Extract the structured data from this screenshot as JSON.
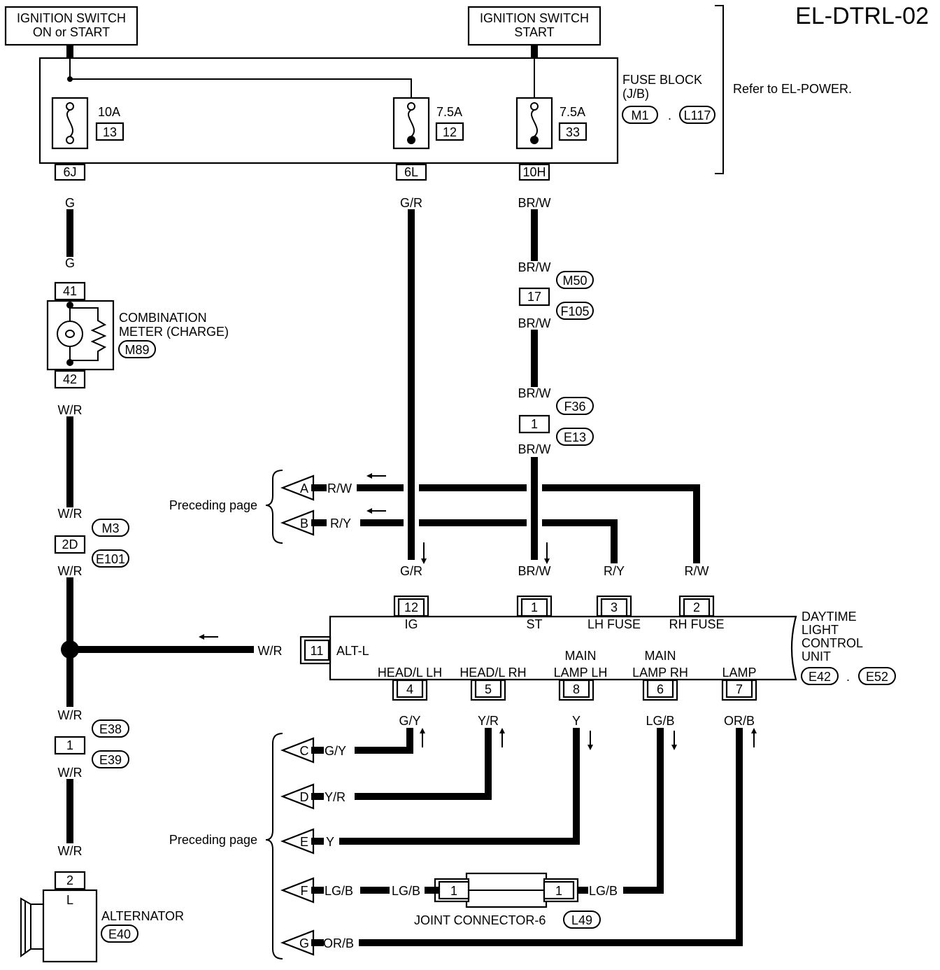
{
  "page_code": "EL-DTRL-02",
  "ignition_left": {
    "line1": "IGNITION SWITCH",
    "line2": "ON or START"
  },
  "ignition_right": {
    "line1": "IGNITION SWITCH",
    "line2": "START"
  },
  "fuse_block": {
    "line1": "FUSE BLOCK",
    "line2": "(J/B)",
    "connectors": [
      "M1",
      "L117"
    ],
    "separator": ".",
    "note": "Refer to EL-POWER."
  },
  "fuses": [
    {
      "amp": "10A",
      "number": "13",
      "terminal": "6J"
    },
    {
      "amp": "7.5A",
      "number": "12",
      "terminal": "6L"
    },
    {
      "amp": "7.5A",
      "number": "33",
      "terminal": "10H"
    }
  ],
  "wire_colors": {
    "g": "G",
    "gr": "G/R",
    "brw": "BR/W",
    "wr": "W/R",
    "rw": "R/W",
    "ry": "R/Y",
    "gy": "G/Y",
    "yr": "Y/R",
    "y": "Y",
    "lgb": "LG/B",
    "orb": "OR/B"
  },
  "combination_meter": {
    "line1": "COMBINATION",
    "line2": "METER (CHARGE)",
    "connector": "M89",
    "pin_top": "41",
    "pin_bottom": "42"
  },
  "conn_m50": {
    "top": "M50",
    "bottom": "F105",
    "pin": "17"
  },
  "conn_f36": {
    "top": "F36",
    "bottom": "E13",
    "pin": "1"
  },
  "conn_m3": {
    "top": "M3",
    "bottom": "E101",
    "pin": "2D"
  },
  "conn_e38": {
    "top": "E38",
    "bottom": "E39",
    "pin": "1"
  },
  "alternator": {
    "name": "ALTERNATOR",
    "connector": "E40",
    "pin": "2",
    "terminal": "L"
  },
  "preceding_page": "Preceding page",
  "refs": [
    "A",
    "B",
    "C",
    "D",
    "E",
    "F",
    "G"
  ],
  "control_unit": {
    "line1": "DAYTIME",
    "line2": "LIGHT",
    "line3": "CONTROL",
    "line4": "UNIT",
    "connectors": [
      "E42",
      "E52"
    ],
    "separator": ".",
    "top_pins": [
      {
        "pin": "12",
        "name": "IG"
      },
      {
        "pin": "1",
        "name": "ST"
      },
      {
        "pin": "3",
        "name": "LH FUSE"
      },
      {
        "pin": "2",
        "name": "RH FUSE"
      }
    ],
    "left_pin": {
      "pin": "11",
      "name": "ALT-L"
    },
    "bottom_pins": [
      {
        "pin": "4",
        "name1": "",
        "name2": "HEAD/L LH"
      },
      {
        "pin": "5",
        "name1": "",
        "name2": "HEAD/L RH"
      },
      {
        "pin": "8",
        "name1": "MAIN",
        "name2": "LAMP LH"
      },
      {
        "pin": "6",
        "name1": "MAIN",
        "name2": "LAMP RH"
      },
      {
        "pin": "7",
        "name1": "",
        "name2": "LAMP"
      }
    ]
  },
  "joint_connector": {
    "name": "JOINT CONNECTOR-6",
    "connector": "L49",
    "pin_left": "1",
    "pin_right": "1"
  }
}
